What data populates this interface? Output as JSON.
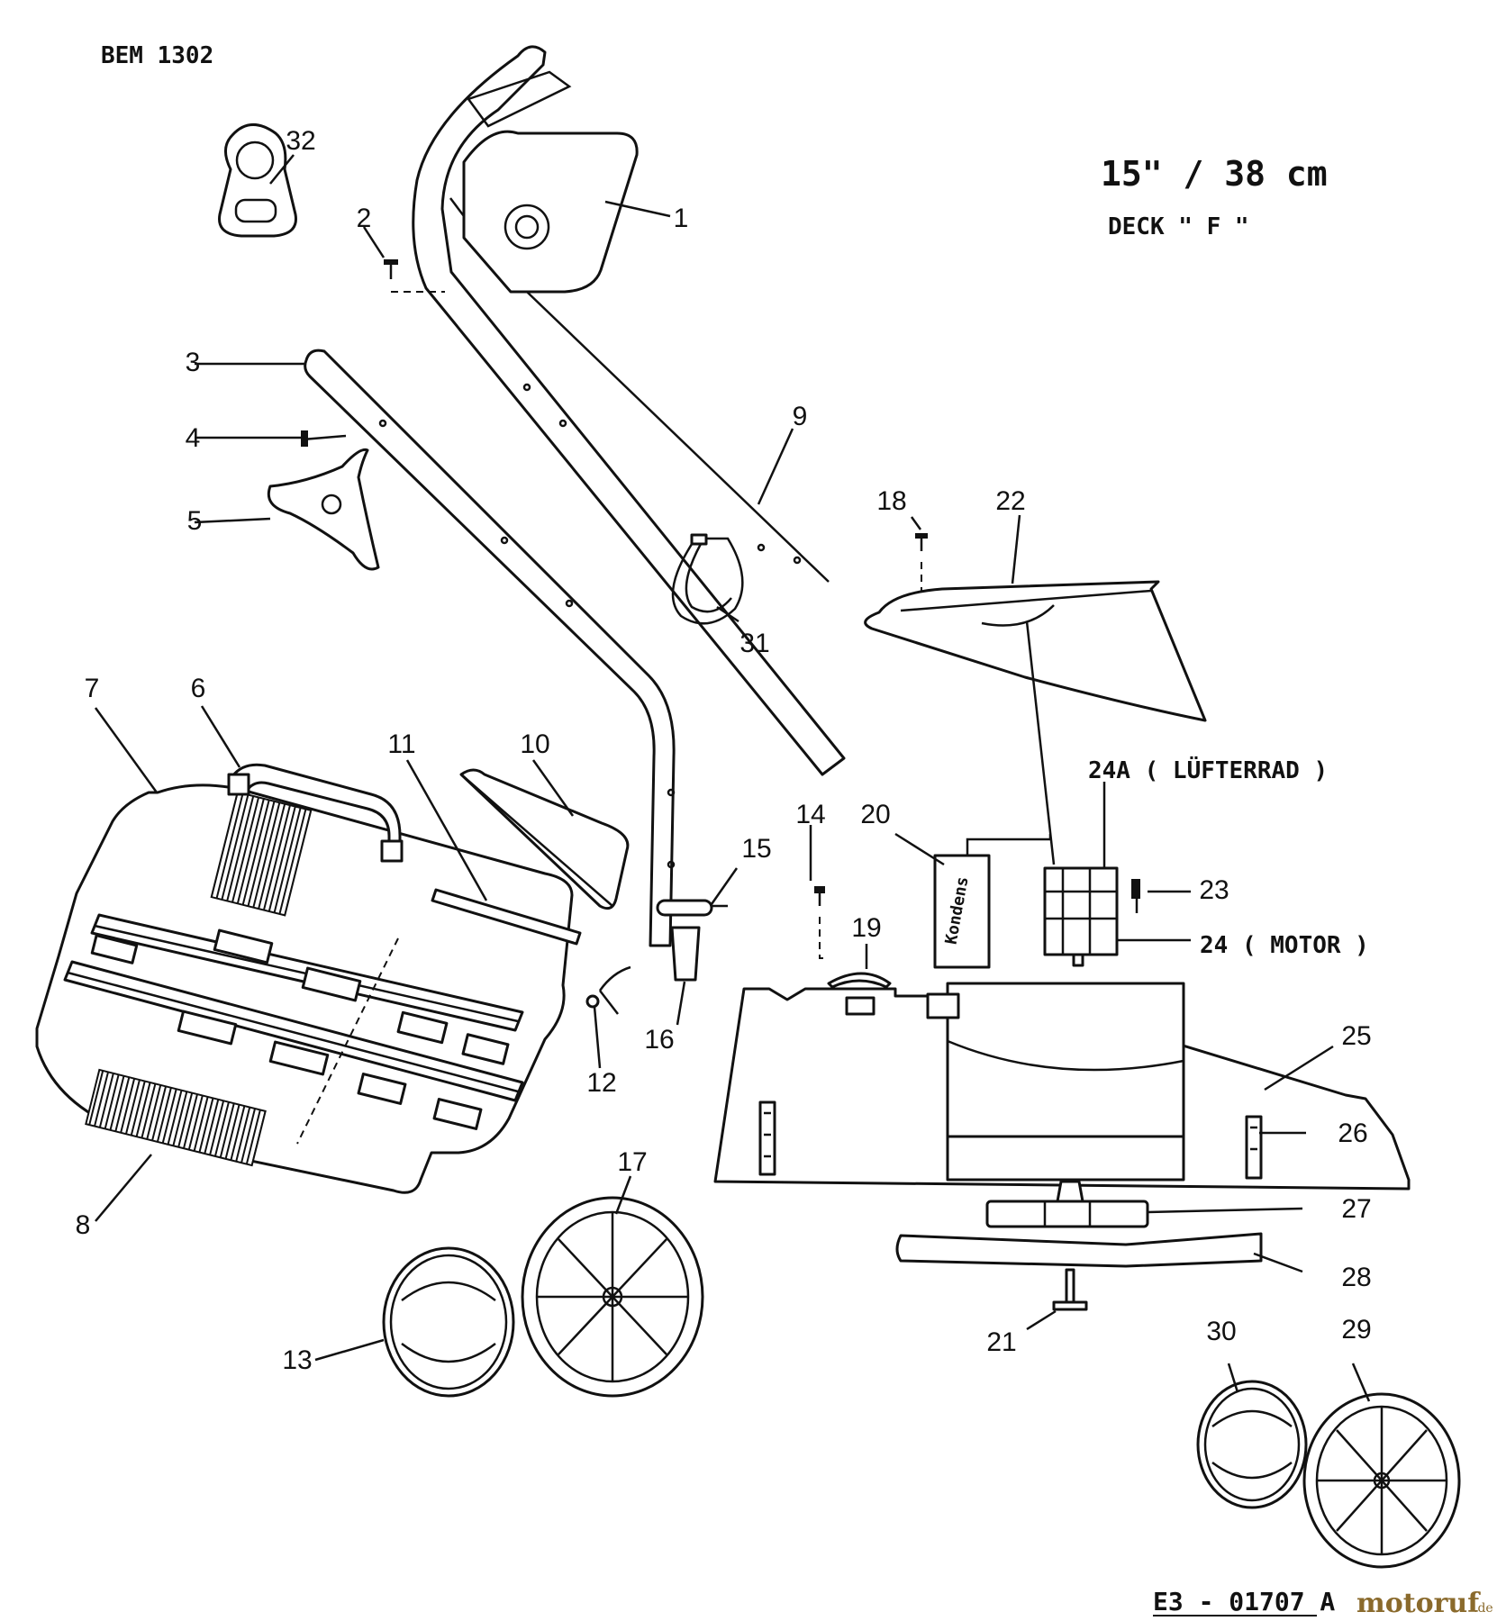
{
  "header": {
    "model": "BEM 1302",
    "size": "15\" / 38 cm",
    "deck": "DECK \" F \""
  },
  "footer": {
    "drawing_code": "E3 - 01707 A",
    "logo_main": "motoruf",
    "logo_suffix": ".de"
  },
  "parts": {
    "p1": "1",
    "p2": "2",
    "p3": "3",
    "p4": "4",
    "p5": "5",
    "p6": "6",
    "p7": "7",
    "p8": "8",
    "p9": "9",
    "p10": "10",
    "p11": "11",
    "p12": "12",
    "p13": "13",
    "p14": "14",
    "p15": "15",
    "p16": "16",
    "p17": "17",
    "p18": "18",
    "p19": "19",
    "p20": "20",
    "p21": "21",
    "p22": "22",
    "p23": "23",
    "p24": "24 ( MOTOR )",
    "p24a": "24A ( LÜFTERRAD )",
    "p25": "25",
    "p26": "26",
    "p27": "27",
    "p28": "28",
    "p29": "29",
    "p30": "30",
    "p31": "31",
    "p32": "32"
  },
  "component_text": {
    "switch_label": "Kondens"
  }
}
